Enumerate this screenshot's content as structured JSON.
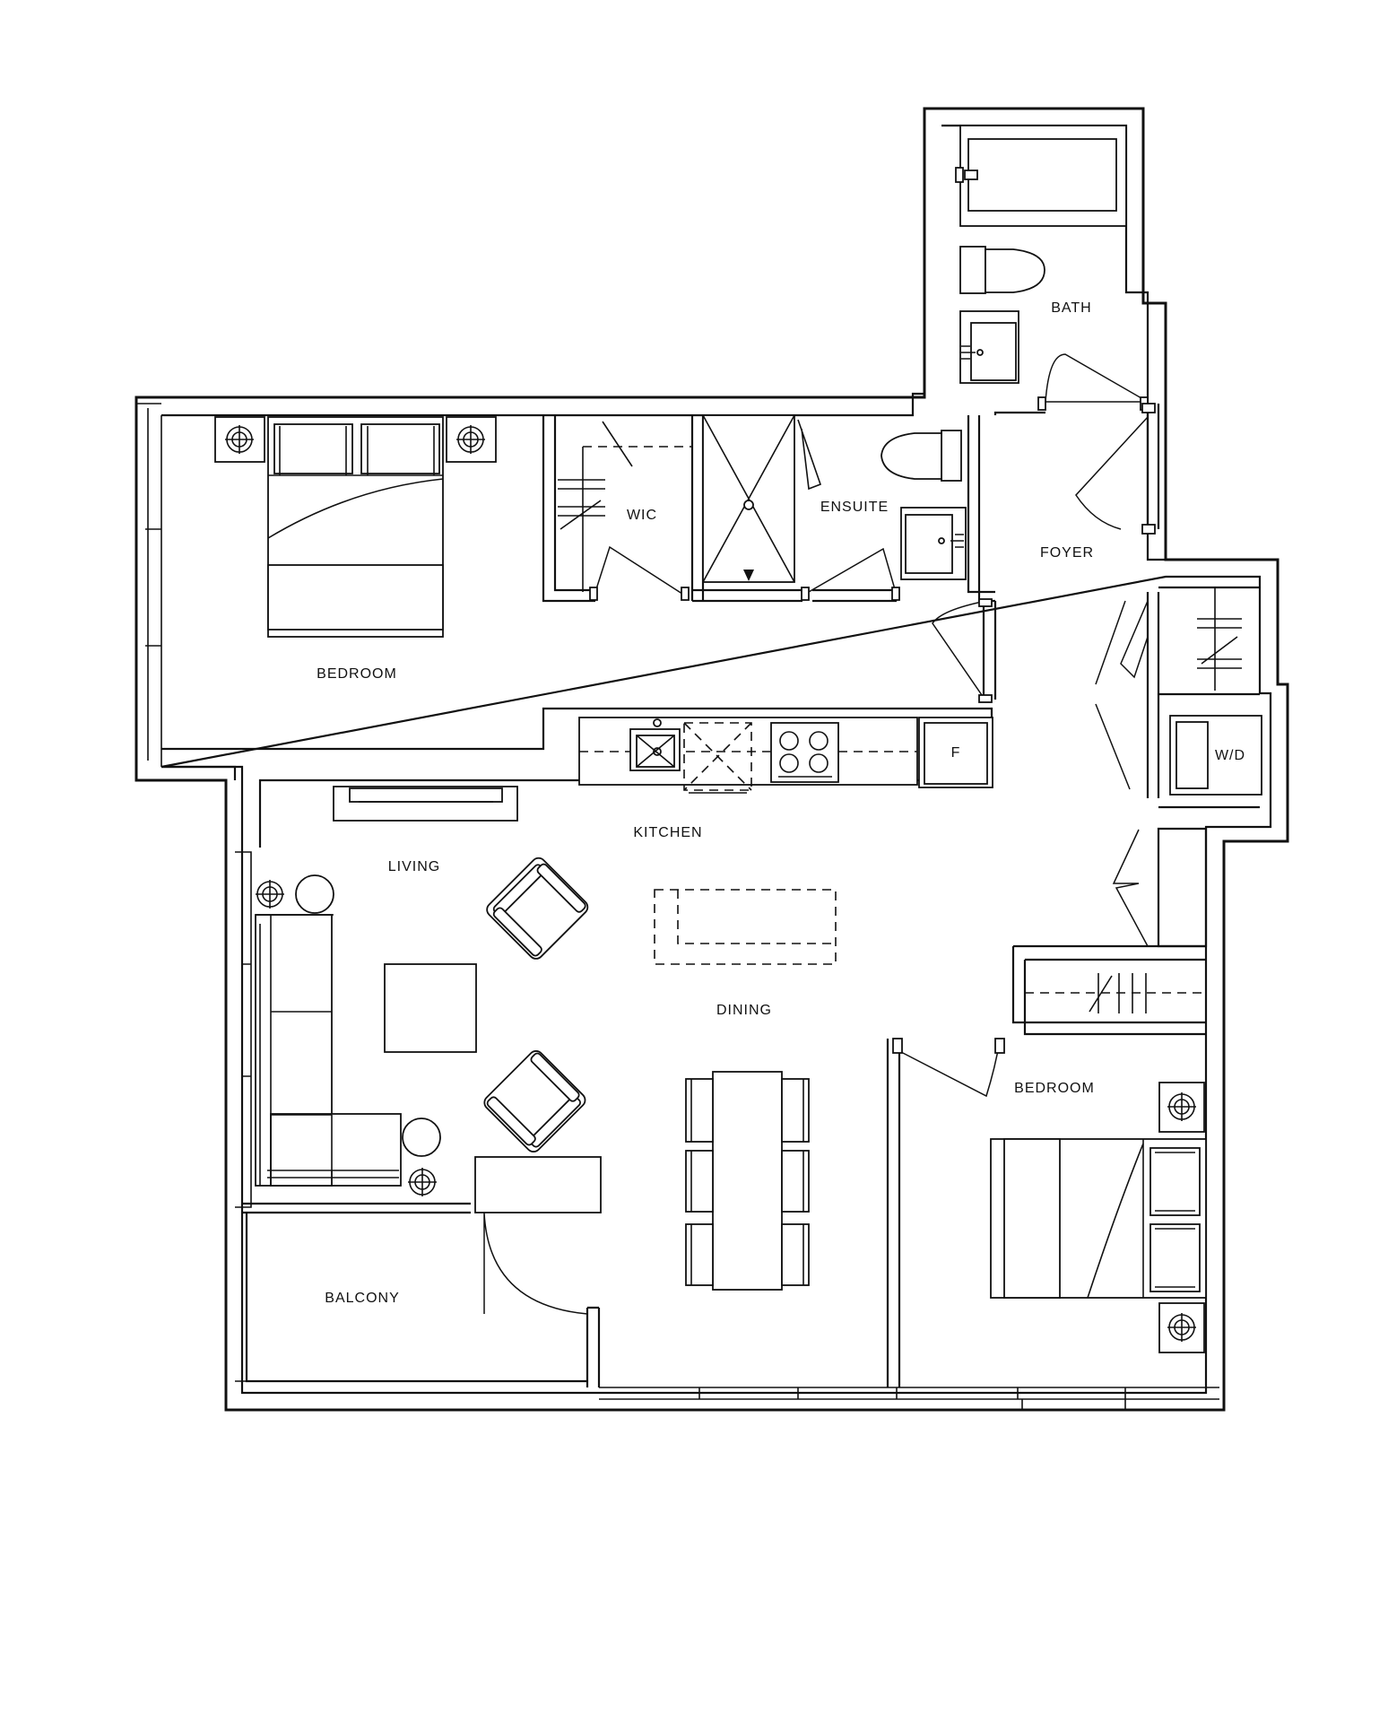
{
  "rooms": {
    "bath": "BATH",
    "wic": "WIC",
    "ensuite": "ENSUITE",
    "foyer": "FOYER",
    "bedroom_main": "BEDROOM",
    "kitchen": "KITCHEN",
    "living": "LIVING",
    "dining": "DINING",
    "bedroom_second": "BEDROOM",
    "balcony": "BALCONY"
  },
  "fixtures": {
    "fridge": "F",
    "washer_dryer": "W/D"
  }
}
